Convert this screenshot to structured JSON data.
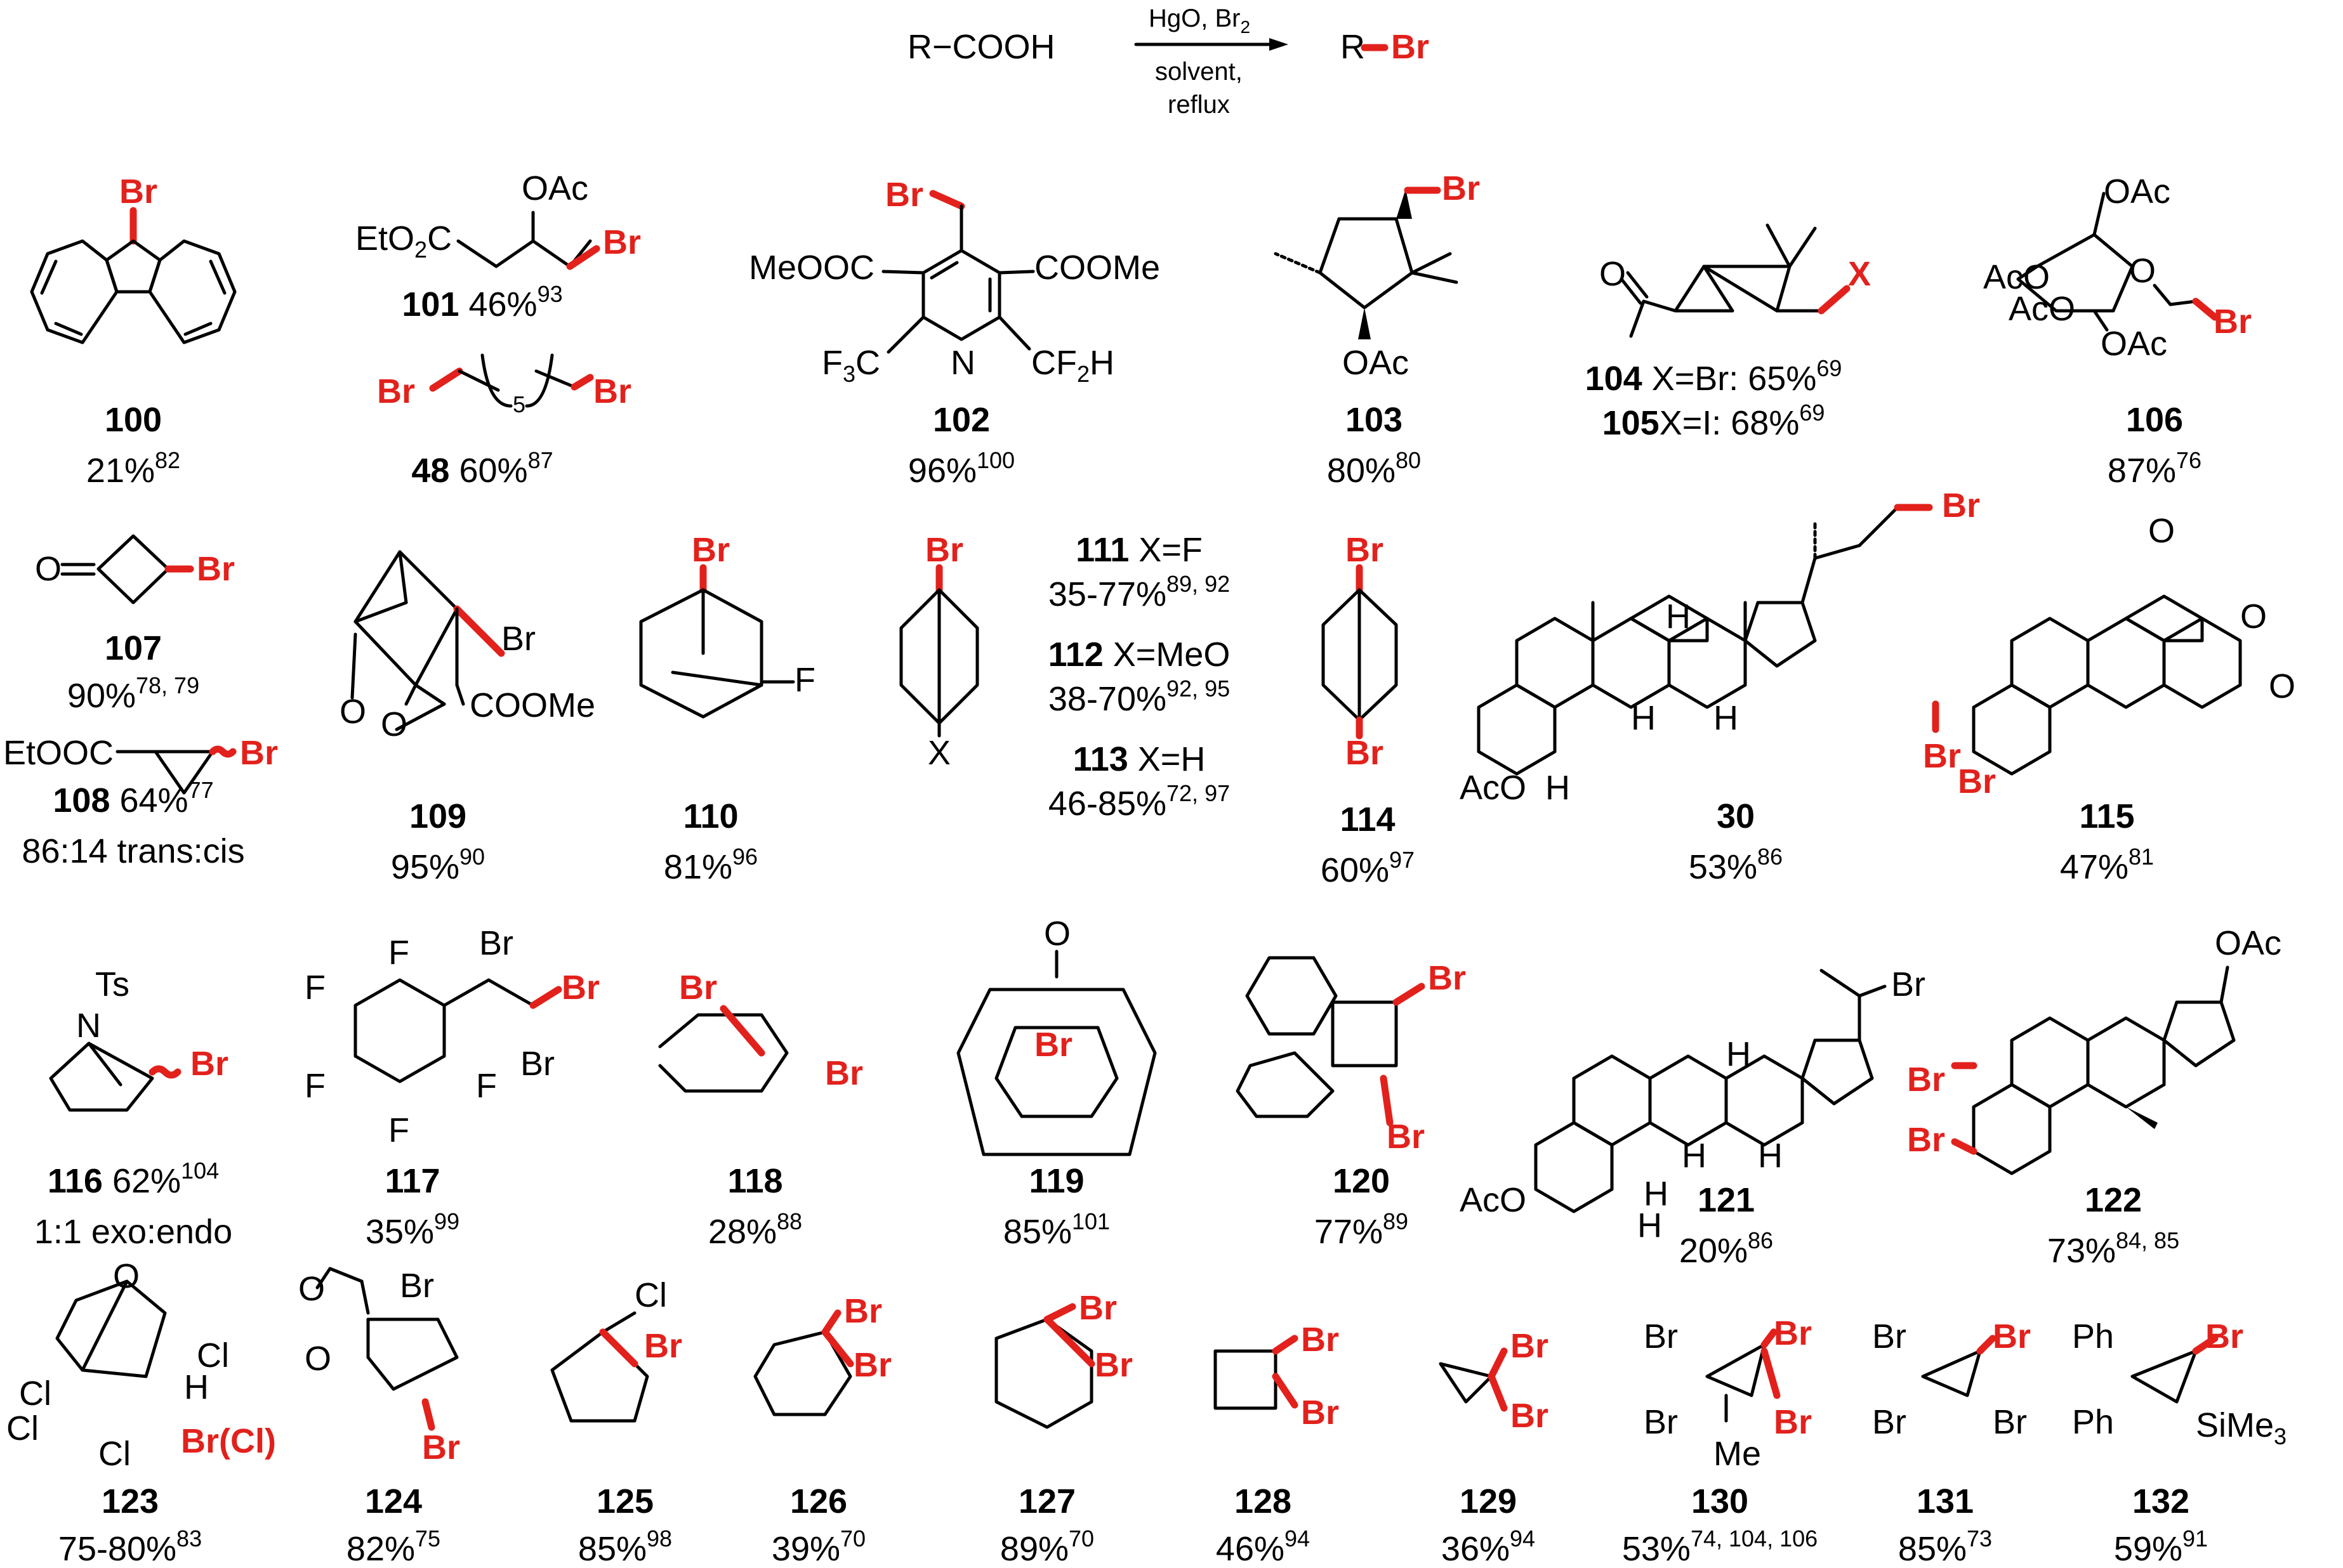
{
  "scheme": {
    "reactant": "R−COOH",
    "reagents": "HgO, Br",
    "reagents_sub": "2",
    "conditions_line1": "solvent,",
    "conditions_line2": "reflux",
    "product_r": "R",
    "product_br": "Br"
  },
  "compounds": [
    {
      "id": "100",
      "yield": "21%",
      "ref": "82"
    },
    {
      "id": "101",
      "yield": "46%",
      "ref": "93"
    },
    {
      "id": "48",
      "yield": "60%",
      "ref": "87"
    },
    {
      "id": "102",
      "yield": "96%",
      "ref": "100"
    },
    {
      "id": "103",
      "yield": "80%",
      "ref": "80"
    },
    {
      "id": "104",
      "label": "X=Br: 65%",
      "ref": "69"
    },
    {
      "id": "105",
      "label": "X=I: 68%",
      "ref": "69"
    },
    {
      "id": "106",
      "yield": "87%",
      "ref": "76"
    },
    {
      "id": "107",
      "yield": "90%",
      "ref": "78, 79"
    },
    {
      "id": "108",
      "yield": "64%",
      "ref": "77",
      "note": "86:14 trans:cis"
    },
    {
      "id": "109",
      "yield": "95%",
      "ref": "90"
    },
    {
      "id": "110",
      "yield": "81%",
      "ref": "96"
    },
    {
      "id": "111",
      "label": "X=F",
      "yield": "35-77%",
      "ref": "89, 92"
    },
    {
      "id": "112",
      "label": "X=MeO",
      "yield": "38-70%",
      "ref": "92, 95"
    },
    {
      "id": "113",
      "label": "X=H",
      "yield": "46-85%",
      "ref": "72, 97"
    },
    {
      "id": "114",
      "yield": "60%",
      "ref": "97"
    },
    {
      "id": "30",
      "yield": "53%",
      "ref": "86"
    },
    {
      "id": "115",
      "yield": "47%",
      "ref": "81"
    },
    {
      "id": "116",
      "yield": "62%",
      "ref": "104",
      "note": "1:1 exo:endo"
    },
    {
      "id": "117",
      "yield": "35%",
      "ref": "99"
    },
    {
      "id": "118",
      "yield": "28%",
      "ref": "88"
    },
    {
      "id": "119",
      "yield": "85%",
      "ref": "101"
    },
    {
      "id": "120",
      "yield": "77%",
      "ref": "89"
    },
    {
      "id": "121",
      "yield": "20%",
      "ref": "86"
    },
    {
      "id": "122",
      "yield": "73%",
      "ref": "84, 85"
    },
    {
      "id": "123",
      "yield": "75-80%",
      "ref": "83"
    },
    {
      "id": "124",
      "yield": "82%",
      "ref": "75"
    },
    {
      "id": "125",
      "yield": "85%",
      "ref": "98"
    },
    {
      "id": "126",
      "yield": "39%",
      "ref": "70"
    },
    {
      "id": "127",
      "yield": "89%",
      "ref": "70"
    },
    {
      "id": "128",
      "yield": "46%",
      "ref": "94"
    },
    {
      "id": "129",
      "yield": "36%",
      "ref": "94"
    },
    {
      "id": "130",
      "yield": "53%",
      "ref": "74, 104, 106"
    },
    {
      "id": "131",
      "yield": "85%",
      "ref": "73"
    },
    {
      "id": "132",
      "yield": "59%",
      "ref": "91"
    }
  ],
  "atoms": {
    "br": "Br",
    "cl": "Cl",
    "f": "F",
    "x": "X",
    "o": "O",
    "n": "N",
    "h": "H",
    "me": "Me",
    "ph": "Ph",
    "ts": "Ts",
    "oac": "OAc",
    "aco": "AcO",
    "eto2c": "EtO",
    "eto2c_sub": "2",
    "eto2c_tail": "C",
    "meooc": "MeOOC",
    "coome": "COOMe",
    "f3c": "F",
    "f3c_sub": "3",
    "f3c_tail": "C",
    "cf2h": "CF",
    "cf2h_sub": "2",
    "cf2h_tail": "H",
    "etooc": "EtOOC",
    "brcl": "Br(Cl)",
    "sime3": "SiMe",
    "sime3_sub": "3",
    "five": "5"
  }
}
